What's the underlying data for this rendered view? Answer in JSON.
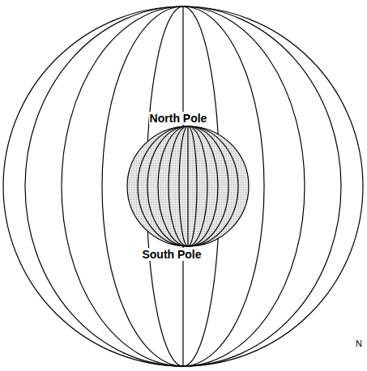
{
  "diagram": {
    "labels": [
      "North Pole",
      "South Pole",
      "N"
    ]
  }
}
